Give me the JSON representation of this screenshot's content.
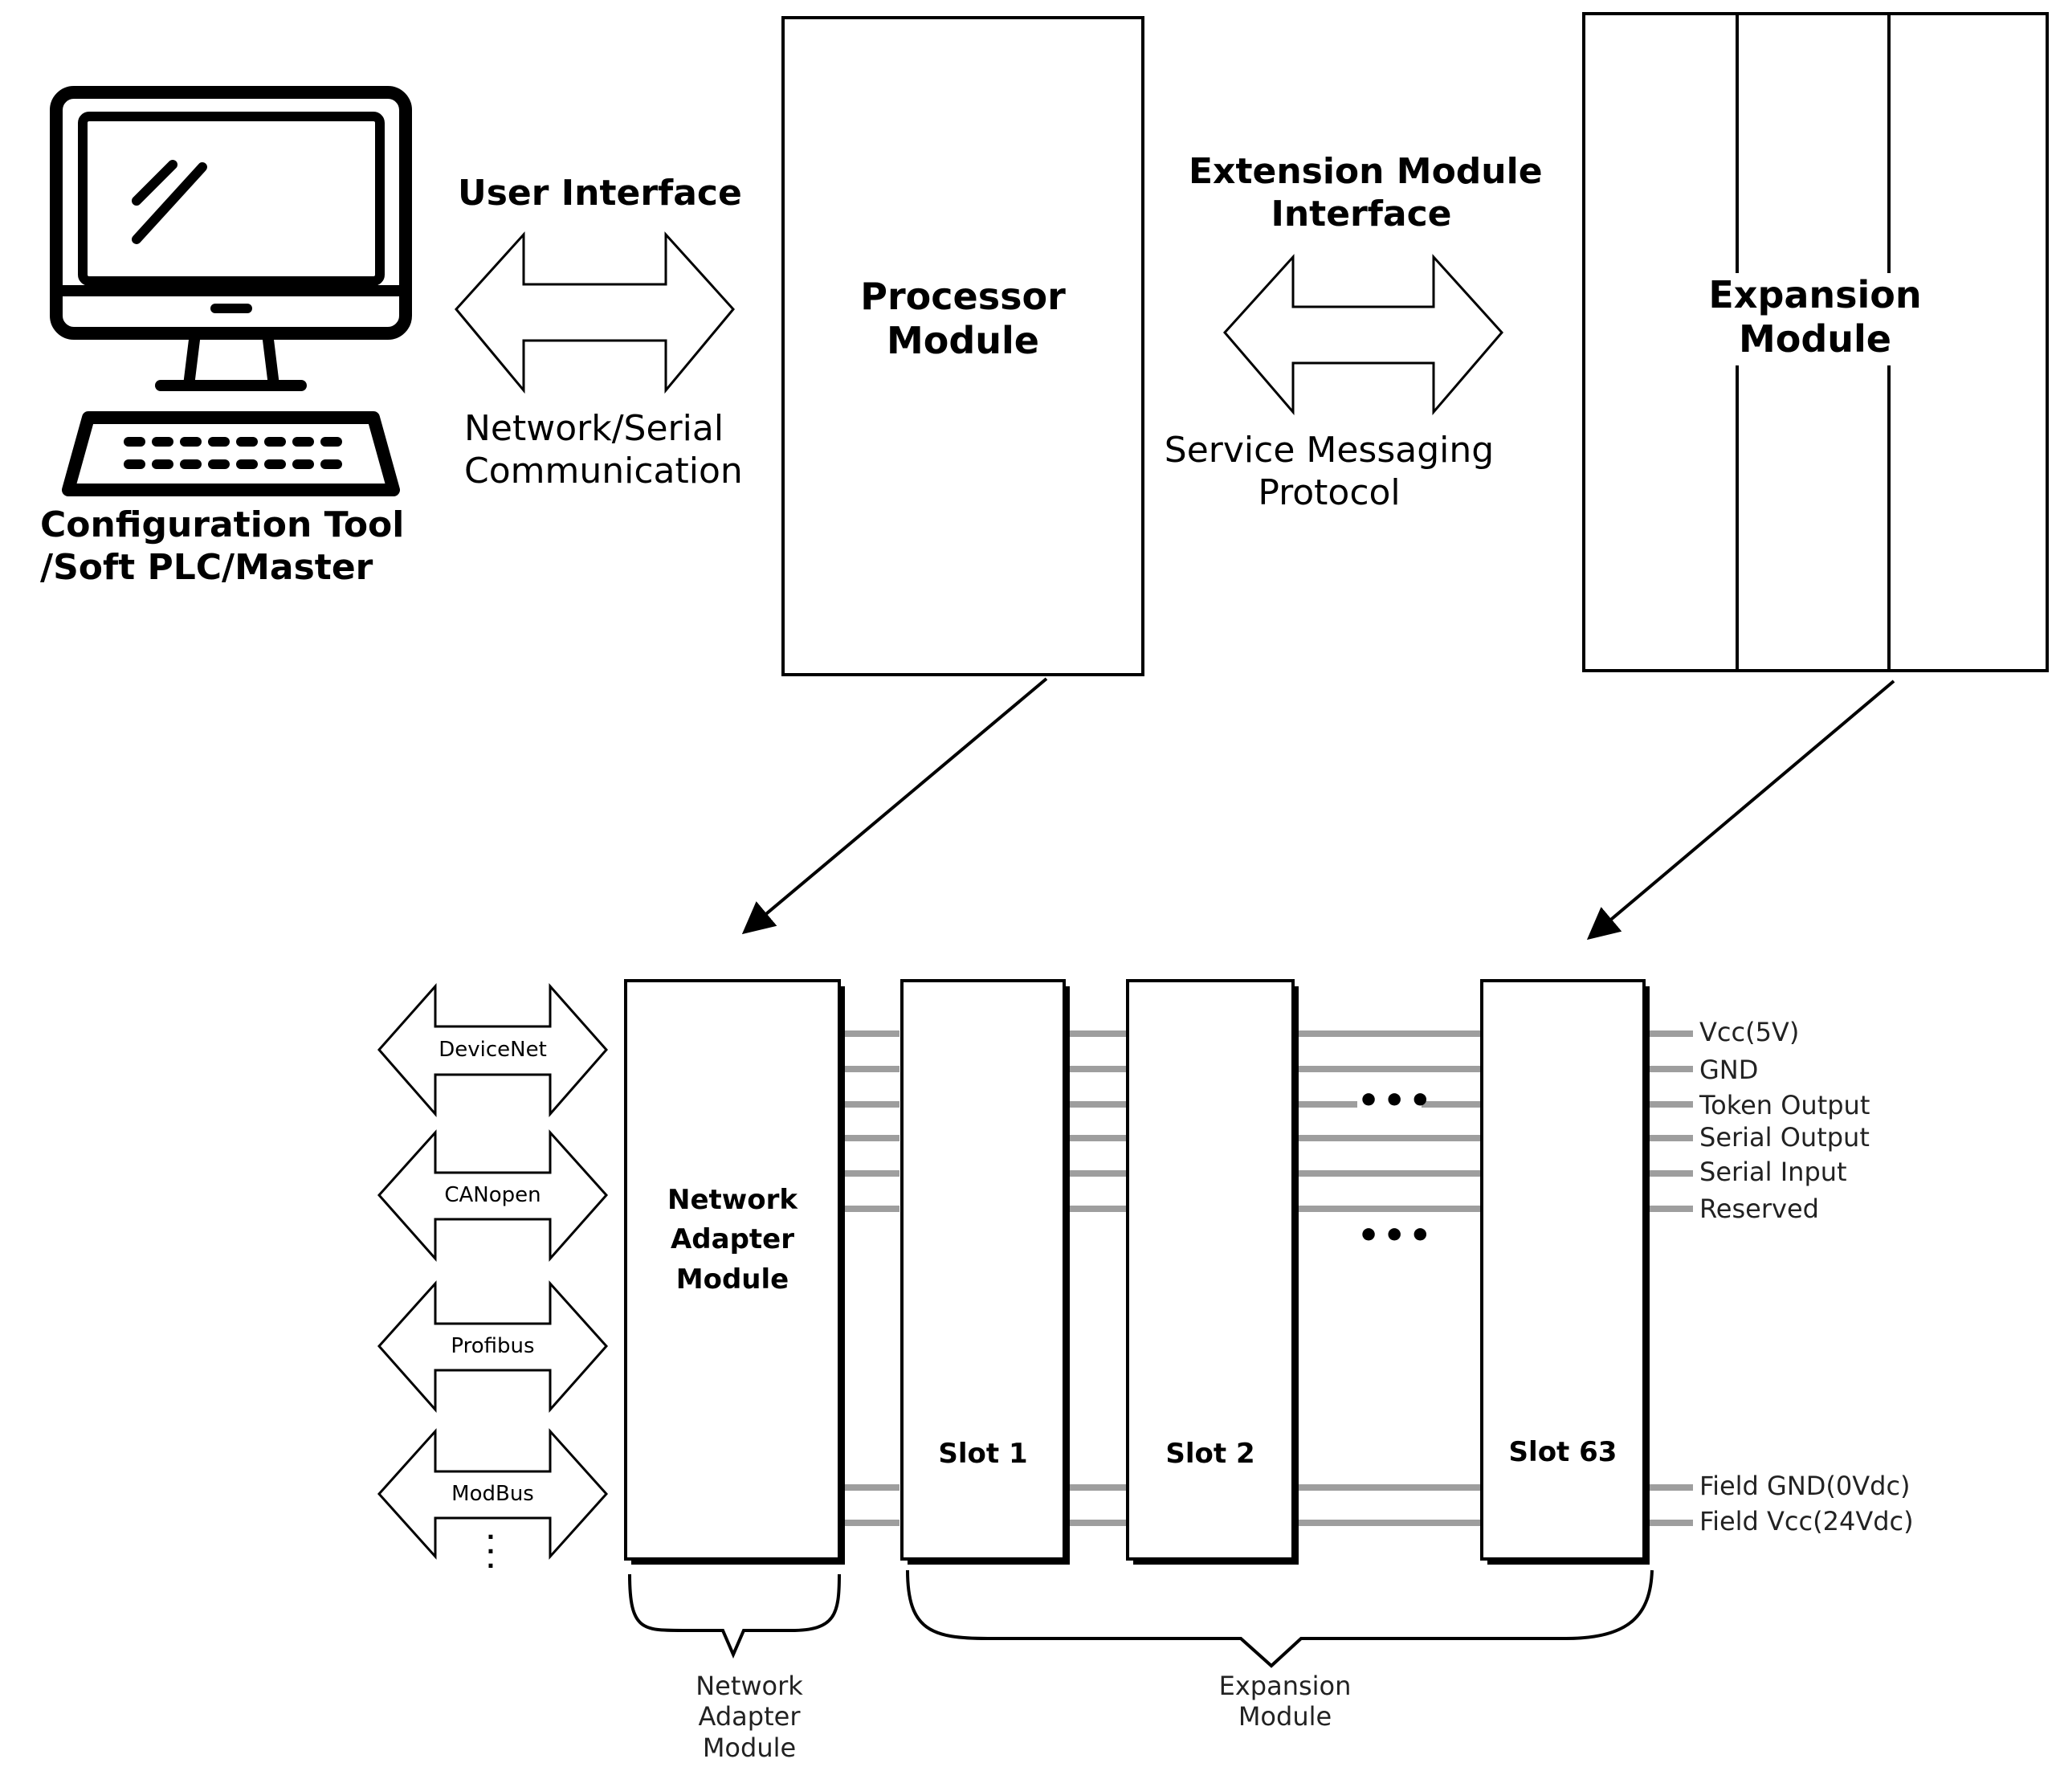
{
  "top": {
    "computer_label_line1": "Configuration Tool",
    "computer_label_line2": "/Soft PLC/Master",
    "user_interface_title": "User Interface",
    "user_interface_sub_line1": "Network/Serial",
    "user_interface_sub_line2": "Communication",
    "processor_line1": "Processor",
    "processor_line2": "Module",
    "ext_title_line1": "Extension Module",
    "ext_title_line2": "Interface",
    "ext_sub_line1": "Service Messaging",
    "ext_sub_line2": "Protocol",
    "expansion_line1": "Expansion",
    "expansion_line2": "Module"
  },
  "bottom": {
    "protocols": [
      "DeviceNet",
      "CANopen",
      "Profibus",
      "ModBus"
    ],
    "network_adapter_lines": [
      "Network",
      "Adapter",
      "Module"
    ],
    "slots": [
      "Slot 1",
      "Slot 2",
      "Slot 63"
    ],
    "ellipsis": "•••",
    "bus_signals": [
      "Vcc(5V)",
      "GND",
      "Token Output",
      "Serial Output",
      "Serial Input",
      "Reserved"
    ],
    "field_signals": [
      "Field GND(0Vdc)",
      "Field Vcc(24Vdc)"
    ],
    "brace_left_lines": [
      "Network",
      "Adapter",
      "Module"
    ],
    "brace_right_lines": [
      "Expansion",
      "Module"
    ]
  },
  "icons": [
    "desktop-computer-icon",
    "double-arrow-icon",
    "arrow-icon"
  ],
  "colors": {
    "line": "#000000",
    "bus": "#9e9e9e",
    "background": "#ffffff"
  }
}
